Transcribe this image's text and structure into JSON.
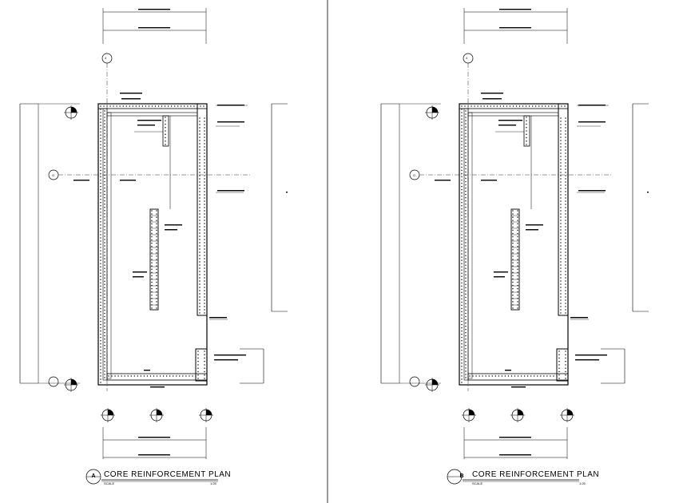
{
  "drawings": [
    {
      "id": "A",
      "title": "CORE REINFORCEMENT PLAN",
      "scale_label": "SCALE",
      "scale_value": "1:25",
      "grid_top": "4",
      "grid_left_mid": "G"
    },
    {
      "id": "B",
      "title": "CORE REINFORCEMENT PLAN",
      "scale_label": "SCALE",
      "scale_value": "1:25",
      "grid_top": "4",
      "grid_left_mid": "G"
    }
  ],
  "colors": {
    "line": "#000000",
    "background": "#ffffff",
    "divider": "#333333"
  }
}
